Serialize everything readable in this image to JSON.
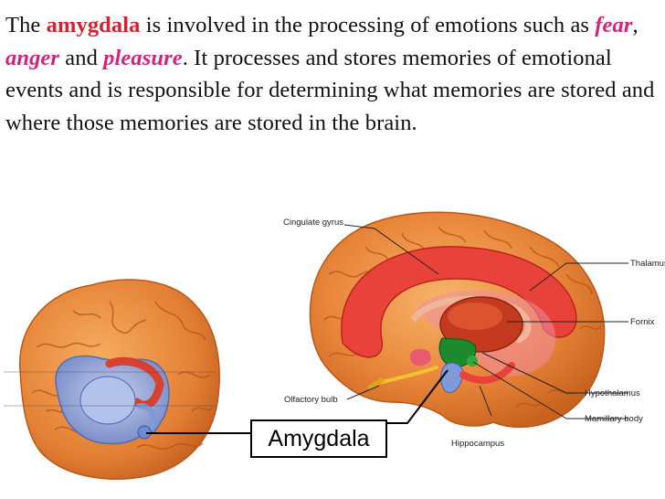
{
  "text": {
    "w_the": "The",
    "amygdala": "amygdala",
    "seg1": " is involved in the processing of emotions such as ",
    "fear": "fear",
    "comma": ", ",
    "anger": "anger",
    "and": " and ",
    "pleasure": "pleasure",
    "seg2": ". It processes and stores memories of emotional events and is responsible for determining what memories are stored and where those memories are stored in the brain."
  },
  "labels": {
    "cingulate": "Cingulate gyrus",
    "thalamus": "Thalamus",
    "fornix": "Fornix",
    "olfactory": "Olfactory bulb",
    "hypothalamus": "Hypothalamus",
    "mamillary": "Mamillary body",
    "hippocampus": "Hippocampus",
    "amygdala_box": "Amygdala"
  },
  "colors": {
    "highlight_amygdala": "#d4232f",
    "highlight_emotion": "#d4237a",
    "brain": "#e8863a",
    "limbic_red": "#e8423a",
    "hippocampus_blue": "#7f9ad8",
    "thalamus": "#c43a1e",
    "mamillary_green": "#1e8a2e",
    "olfactory_yellow": "#f1c232"
  }
}
